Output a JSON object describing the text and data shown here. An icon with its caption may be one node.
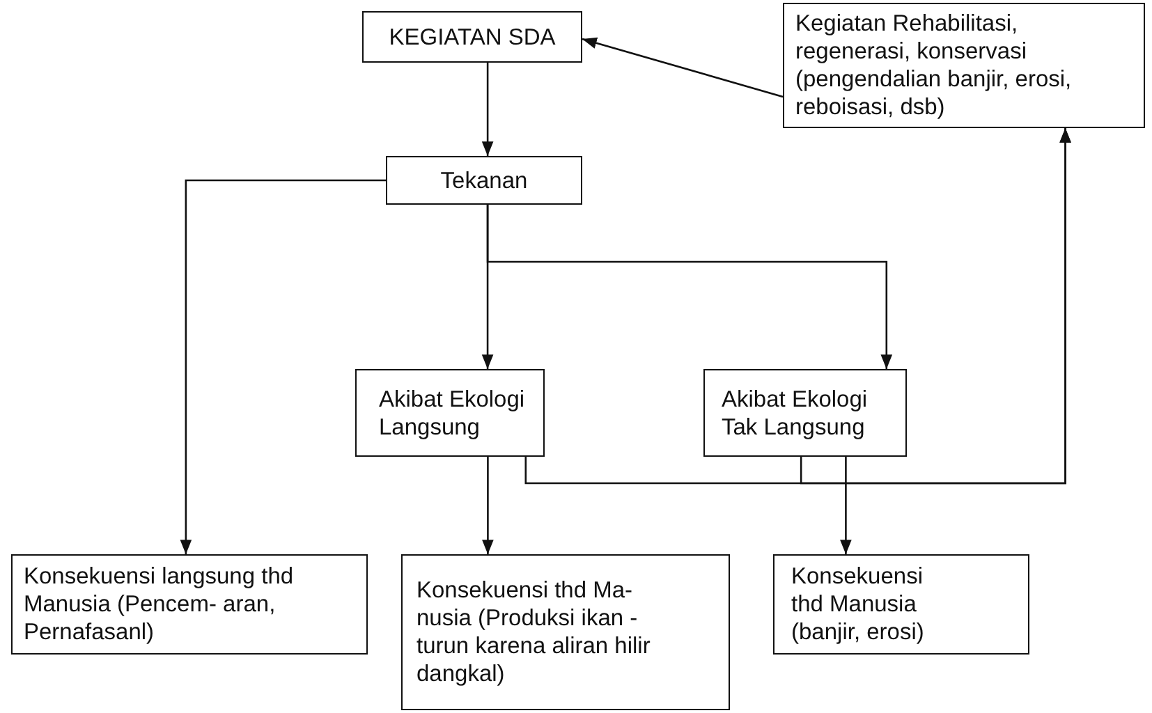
{
  "diagram": {
    "nodes": [
      {
        "text": [
          "KEGIATAN SDA"
        ]
      },
      {
        "text": [
          "Kegiatan Rehabilitasi, regenerasi, konservasi (pengendalian banjir, erosi, reboisasi, dsb)"
        ]
      },
      {
        "text": [
          "Tekanan"
        ]
      },
      {
        "text": [
          "Akibat Ekologi Langsung"
        ]
      },
      {
        "text": [
          "Akibat Ekologi Tak Langsung"
        ]
      },
      {
        "text": [
          "Konsekuensi langsung thd Manusia (Pencem- aran, Pernafasanl)"
        ]
      },
      {
        "text": [
          "Konsekuensi thd Ma- nusia (Produksi ikan - turun karena aliran hilir dangkal)"
        ]
      },
      {
        "text": [
          "Konsekuensi thd Manusia (banjir, erosi)"
        ]
      }
    ],
    "edges": [
      {
        "from": 0,
        "to": 2,
        "arrow": "to"
      },
      {
        "from": 1,
        "to": 0,
        "arrow": "to"
      },
      {
        "from": 2,
        "to": 5,
        "arrow": "to"
      },
      {
        "from": 2,
        "to": 3,
        "arrow": "to"
      },
      {
        "from": 2,
        "to": 4,
        "arrow": "to"
      },
      {
        "from": 3,
        "to": 6,
        "arrow": "to"
      },
      {
        "from": 3,
        "to": 1,
        "arrow": "to"
      },
      {
        "from": 4,
        "to": 1,
        "arrow": "to"
      },
      {
        "from": 4,
        "to": 7,
        "arrow": "to"
      }
    ]
  }
}
